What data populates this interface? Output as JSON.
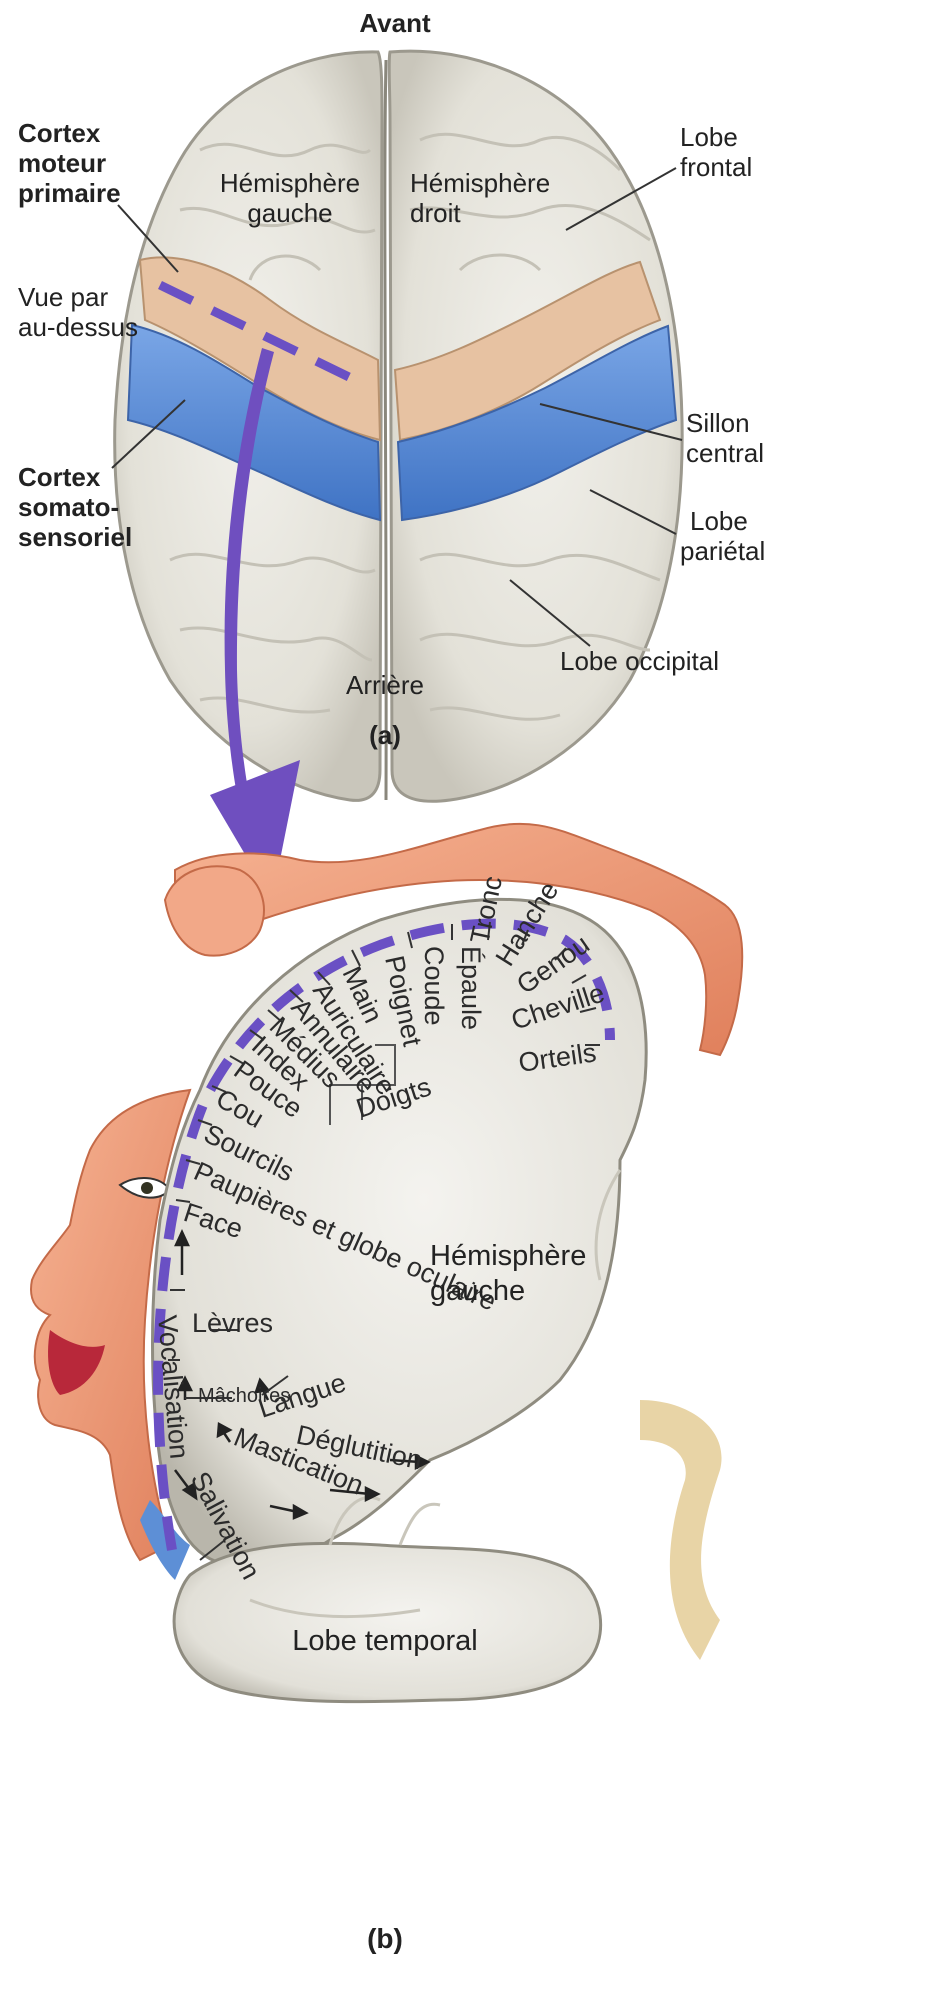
{
  "panel_a": {
    "top_label": "Avant",
    "bottom_label": "Arrière",
    "caption": "(a)",
    "hemisphere_left": [
      "Hémisphère",
      "gauche"
    ],
    "hemisphere_right": [
      "Hémisphère",
      "droit"
    ],
    "motor_cortex": [
      "Cortex",
      "moteur",
      "primaire"
    ],
    "view": [
      "Vue par",
      "au-dessus"
    ],
    "somatosensory": [
      "Cortex",
      "somato-",
      "sensoriel"
    ],
    "frontal_lobe": [
      "Lobe",
      "frontal"
    ],
    "central_sulcus": [
      "Sillon",
      "central"
    ],
    "parietal_lobe": [
      "Lobe",
      "pariétal"
    ],
    "occipital_lobe": "Lobe occipital"
  },
  "panel_b": {
    "caption": "(b)",
    "hemisphere": [
      "Hémisphère",
      "gauche"
    ],
    "temporal_lobe": "Lobe temporal",
    "fingers_group": "Doigts",
    "body_parts": [
      "Orteils",
      "Cheville",
      "Genou",
      "Hanche",
      "Tronc",
      "Épaule",
      "Coude",
      "Poignet",
      "Main",
      "Auriculaire",
      "Annulaire",
      "Médius",
      "Index",
      "Pouce",
      "Cou",
      "Sourcils",
      "Paupières et globe oculaire",
      "Face",
      "Lèvres",
      "Mâchoires",
      "Langue",
      "Déglutition",
      "Mastication",
      "Salivation",
      "Vocalisation"
    ]
  },
  "colors": {
    "brain": "#e6e4dc",
    "motor_strip": "#e7c2a2",
    "sensory_strip": "#5d8fd6",
    "arrow": "#6f4fbf",
    "dashes": "#6a50c4",
    "skin": "#ee9a78"
  }
}
